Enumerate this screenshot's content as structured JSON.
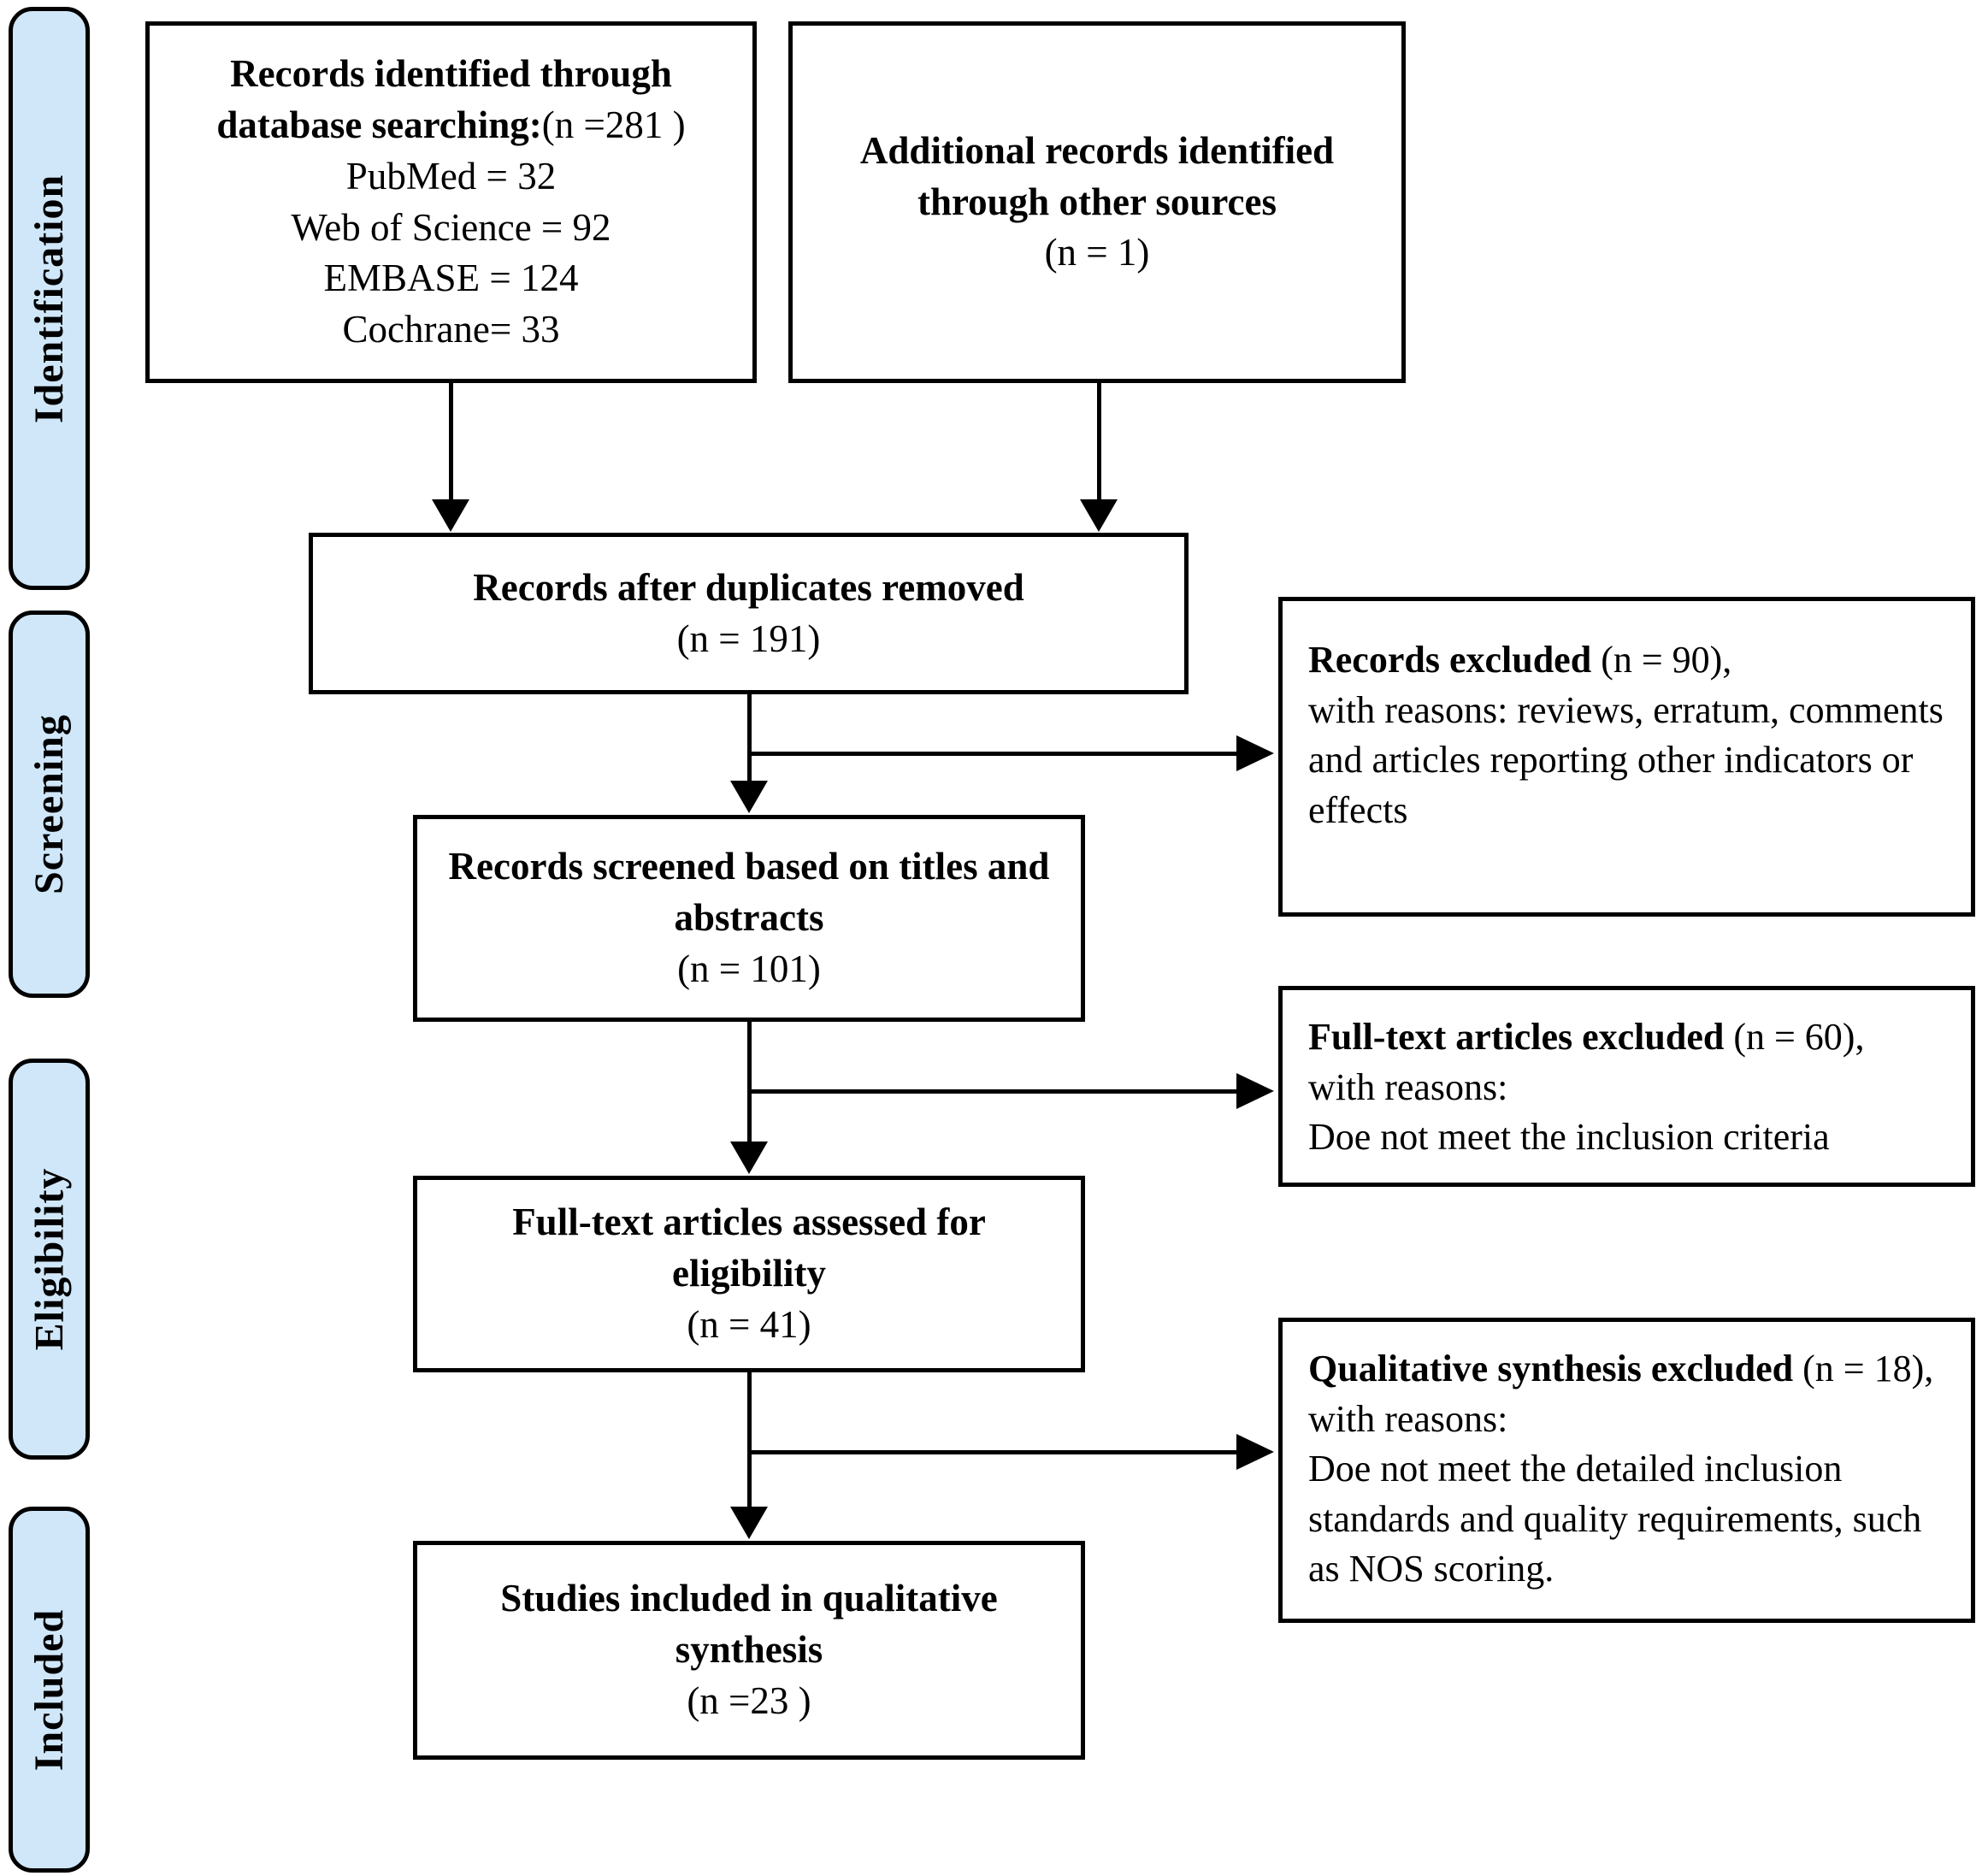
{
  "colors": {
    "sidebar_fill": "#cfe7f9",
    "box_fill": "#ffffff",
    "line": "#000000"
  },
  "sidebar": {
    "labels": [
      {
        "label": "Identification"
      },
      {
        "label": "Screening"
      },
      {
        "label": "Eligibility"
      },
      {
        "label": "Included"
      }
    ]
  },
  "boxes": {
    "identified": {
      "bold": "Records identified through database searching:",
      "n": "(n =281 )",
      "items": [
        "PubMed = 32",
        "Web of Science = 92",
        "EMBASE = 124",
        "Cochrane= 33"
      ]
    },
    "additional": {
      "bold": "Additional records identified through other sources",
      "n": "(n = 1)"
    },
    "duplicates": {
      "bold": "Records after duplicates removed",
      "n": "(n = 191)"
    },
    "screened": {
      "bold": "Records screened based on titles and abstracts",
      "n": "(n = 101)"
    },
    "fulltext": {
      "bold": "Full-text articles assessed for eligibility",
      "n": "(n = 41)"
    },
    "included": {
      "bold": "Studies included in qualitative synthesis",
      "n": "(n =23 )"
    },
    "excluded1": {
      "bold": "Records excluded",
      "after_bold": " (n = 90),",
      "lines": [
        "with reasons: reviews, erratum, comments and articles reporting other indicators or effects"
      ]
    },
    "excluded2": {
      "bold": "Full-text articles excluded",
      "after_bold": " (n = 60),",
      "lines": [
        "with reasons:",
        "Doe not meet the inclusion criteria"
      ]
    },
    "excluded3": {
      "bold": "Qualitative synthesis excluded",
      "after_bold": " (n = 18), with reasons:",
      "lines": [
        "Doe not meet the detailed inclusion standards and quality requirements, such as NOS scoring."
      ]
    }
  }
}
